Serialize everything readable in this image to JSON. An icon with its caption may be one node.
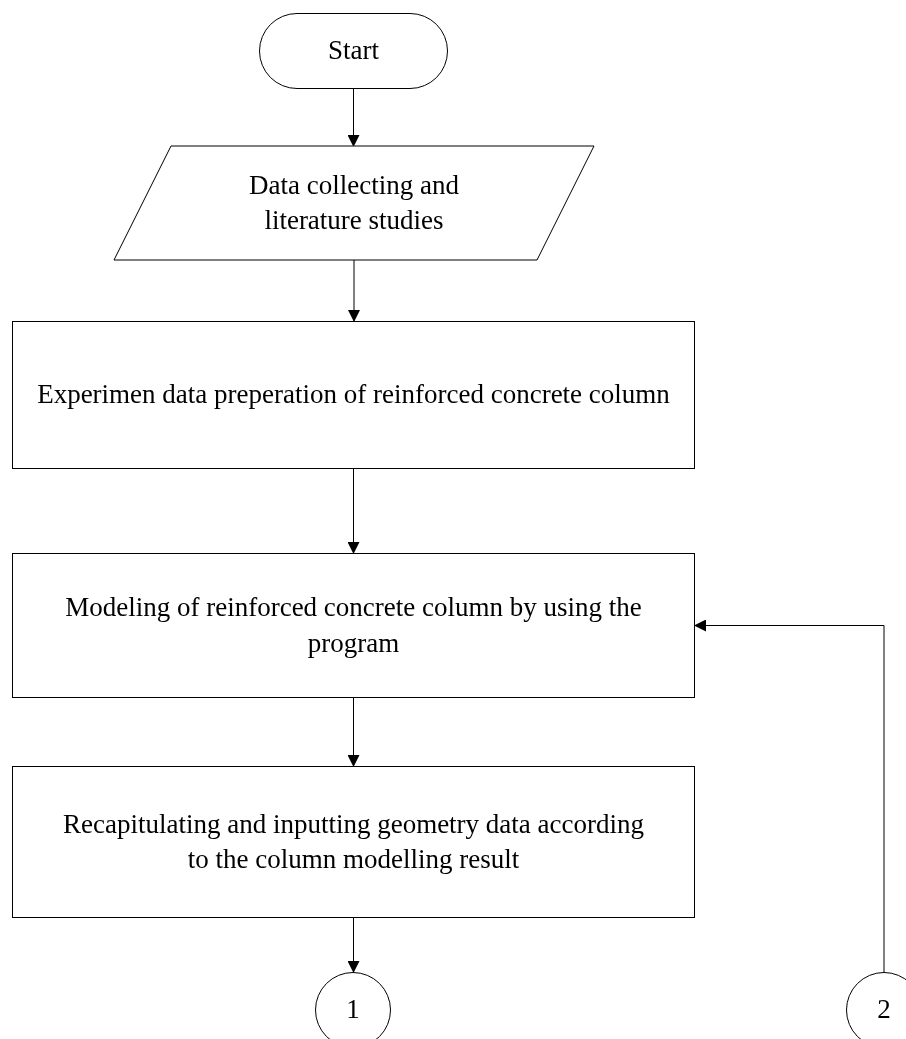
{
  "diagram": {
    "nodes": [
      {
        "text": [
          "Start"
        ]
      },
      {
        "text": [
          "Data collecting and literature studies"
        ]
      },
      {
        "text": [
          "Experimen data preperation of reinforced concrete column"
        ]
      },
      {
        "text": [
          "Modeling of reinforced concrete column by using the program"
        ]
      },
      {
        "text": [
          "Recapitulating and inputting geometry data according to the column modelling result"
        ]
      },
      {
        "text": [
          "1"
        ]
      },
      {
        "text": [
          "2"
        ]
      }
    ],
    "edges": [
      {
        "from": 0,
        "to": 1,
        "arrow": "to"
      },
      {
        "from": 1,
        "to": 2,
        "arrow": "to"
      },
      {
        "from": 2,
        "to": 3,
        "arrow": "to"
      },
      {
        "from": 3,
        "to": 4,
        "arrow": "to"
      },
      {
        "from": 4,
        "to": 5,
        "arrow": "to"
      },
      {
        "from": 6,
        "to": 3,
        "arrow": "to"
      }
    ]
  }
}
